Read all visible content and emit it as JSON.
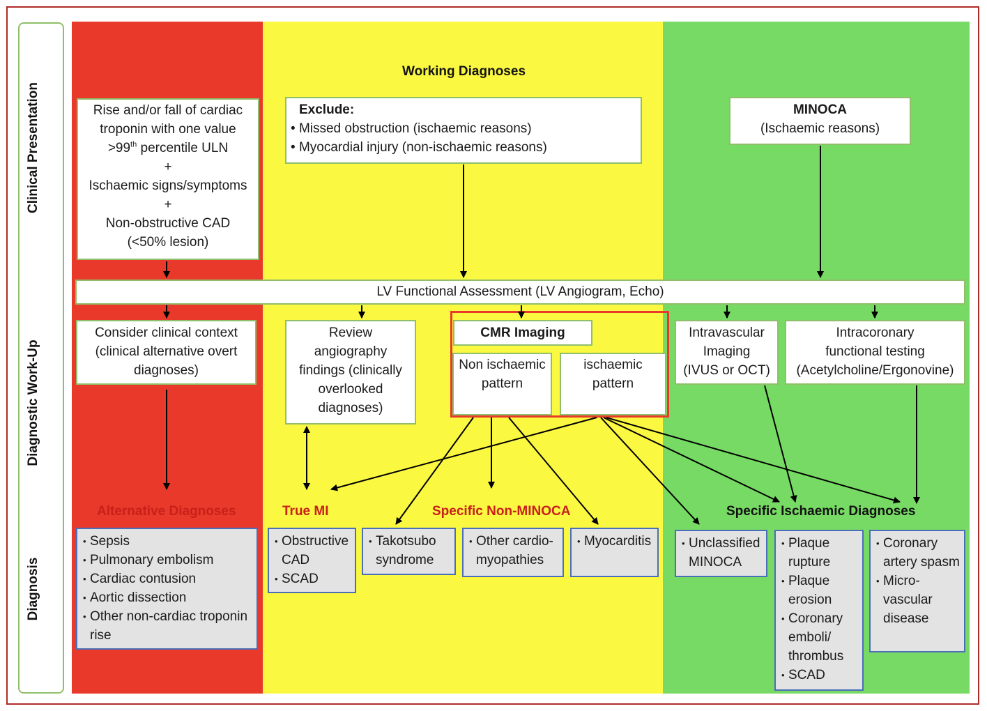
{
  "side_labels": {
    "clinical_presentation": "Clinical Presentation",
    "diagnostic_workup": "Diagnostic Work-Up",
    "diagnosis": "Diagnosis"
  },
  "header": {
    "working_diagnoses": "Working Diagnoses"
  },
  "presentation_box": {
    "line1": "Rise and/or fall of cardiac",
    "line2": "troponin with one value",
    "line3_pre": ">99",
    "line3_sup": "th",
    "line3_post": " percentile ULN",
    "plus1": "+",
    "line4": "Ischaemic signs/symptoms",
    "plus2": "+",
    "line5": "Non-obstructive CAD",
    "line6": "(<50% lesion)"
  },
  "exclude_box": {
    "title": "Exclude:",
    "items": [
      "Missed obstruction (ischaemic reasons)",
      "Myocardial injury (non-ischaemic reasons)"
    ]
  },
  "minoca_box": {
    "title": "MINOCA",
    "subtitle": "(Ischaemic reasons)"
  },
  "lv_bar": {
    "label": "LV Functional Assessment (LV Angiogram, Echo)"
  },
  "workup": {
    "clinical_context": [
      "Consider clinical context",
      "(clinical alternative overt",
      "diagnoses)"
    ],
    "review_angio": [
      "Review",
      "angiography",
      "findings (clinically",
      "overlooked",
      "diagnoses)"
    ],
    "cmr_title": "CMR Imaging",
    "non_ischaemic": [
      "Non ischaemic",
      "pattern"
    ],
    "ischaemic": [
      "ischaemic",
      "pattern"
    ],
    "intravascular": [
      "Intravascular",
      "Imaging",
      "(IVUS or OCT)"
    ],
    "intracoronary": [
      "Intracoronary",
      "functional testing",
      "(Acetylcholine/Ergonovine)"
    ]
  },
  "diagnosis_labels": {
    "alternative": "Alternative Diagnoses",
    "true_mi": "True MI",
    "specific_non_minoca": "Specific Non-MINOCA",
    "specific_ischaemic": "Specific Ischaemic Diagnoses"
  },
  "diagnosis_boxes": {
    "alternative": [
      "Sepsis",
      "Pulmonary embolism",
      "Cardiac contusion",
      "Aortic dissection",
      "Other non-cardiac troponin rise"
    ],
    "true_mi": [
      "Obstructive CAD",
      "SCAD"
    ],
    "takotsubo": [
      "Takotsubo syndrome"
    ],
    "other_cardiomyopathies": [
      "Other cardio-myopathies"
    ],
    "myocarditis": [
      "Myocarditis"
    ],
    "unclassified": [
      "Unclassified MINOCA"
    ],
    "plaque": [
      "Plaque rupture",
      "Plaque erosion",
      "Coronary emboli/ thrombus",
      "SCAD"
    ],
    "coronary": [
      "Coronary artery spasm",
      "Micro-vascular disease"
    ]
  },
  "colors": {
    "red_zone": "#e8392a",
    "yellow_zone": "#fbf841",
    "green_zone": "#77da64",
    "box_border": "#8fbf6a",
    "diag_border": "#4a6fb8",
    "cmr_border": "#e8392a"
  }
}
